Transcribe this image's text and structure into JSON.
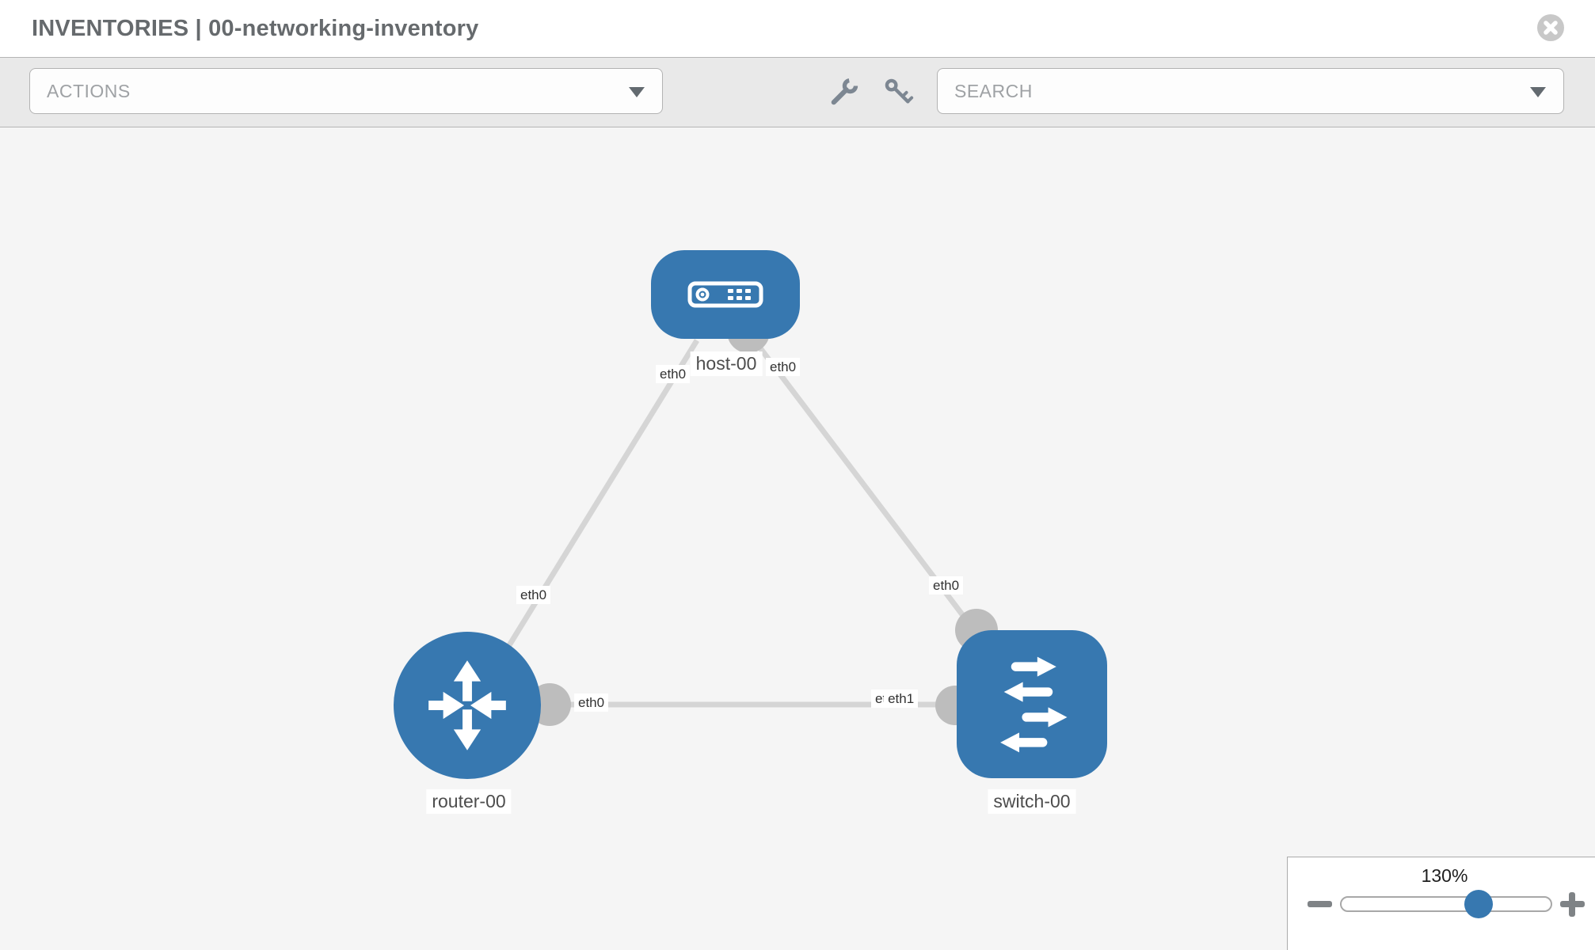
{
  "header": {
    "title": "INVENTORIES | 00-networking-inventory",
    "close_icon": "x-circle-icon"
  },
  "toolbar": {
    "actions_dropdown": {
      "label": "ACTIONS",
      "icon": "caret-down-icon"
    },
    "tool_icons": [
      {
        "name": "wrench-icon"
      },
      {
        "name": "key-icon"
      }
    ],
    "search_dropdown": {
      "placeholder": "SEARCH",
      "icon": "caret-down-icon"
    }
  },
  "topology": {
    "nodes": [
      {
        "label": "host-00",
        "type": "host",
        "icon": "server-icon",
        "shape": "rounded-rect"
      },
      {
        "label": "router-00",
        "type": "router",
        "icon": "router-arrows-icon",
        "shape": "circle"
      },
      {
        "label": "switch-00",
        "type": "switch",
        "icon": "switch-arrows-icon",
        "shape": "rounded-square"
      }
    ],
    "links": [
      {
        "from": "host-00",
        "to": "router-00",
        "from_interface": "eth0",
        "to_interface": "eth0"
      },
      {
        "from": "host-00",
        "to": "switch-00",
        "from_interface": "eth0",
        "to_interface": "eth0"
      },
      {
        "from": "router-00",
        "to": "switch-00",
        "from_interface": "eth0",
        "to_interface_overlapped": [
          "eth0",
          "eth1"
        ]
      }
    ]
  },
  "zoom_control": {
    "value_label": "130%",
    "percent": 130,
    "minus_icon": "minus-icon",
    "plus_icon": "plus-icon"
  },
  "colors": {
    "node_blue": "#3778b0",
    "link_gray": "#d5d5d5",
    "interface_gray": "#bdbdbd",
    "canvas_bg": "#f5f5f5",
    "toolbar_bg": "#e9e9e9"
  }
}
